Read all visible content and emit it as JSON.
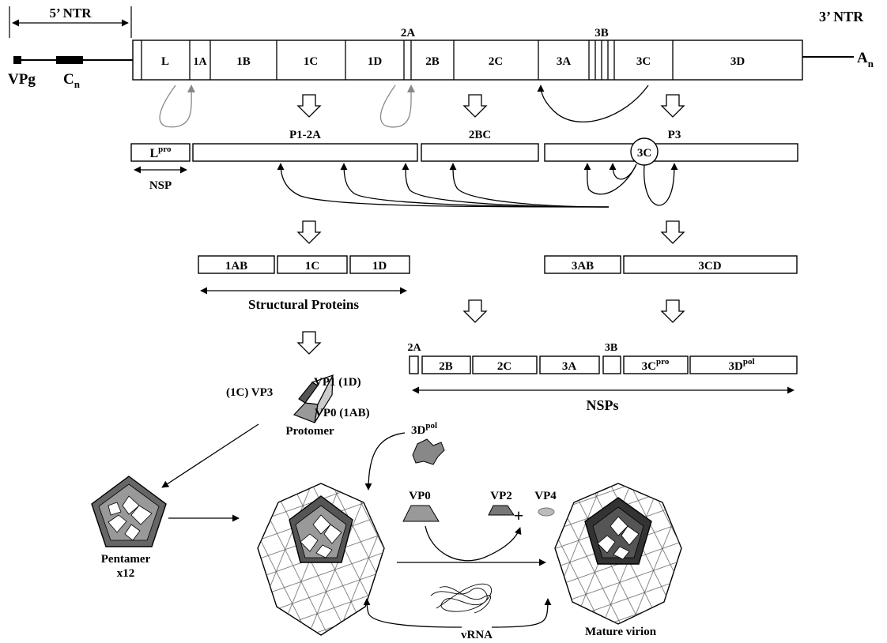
{
  "genome": {
    "ntr5_label": "5’ NTR",
    "ntr3_label": "3’ NTR",
    "vpg_label": "VPg",
    "cn_label": "C",
    "cn_sub": "n",
    "an_label": "A",
    "an_sub": "n",
    "label_2a_above": "2A",
    "label_3b_above": "3B",
    "segments": [
      "L",
      "1A",
      "1B",
      "1C",
      "1D",
      "2B",
      "2C",
      "3A",
      "3C",
      "3D"
    ]
  },
  "precursors": {
    "lpro": "L",
    "lpro_sup": "pro",
    "nsp_label": "NSP",
    "p1_2a": "P1-2A",
    "p2bc": "2BC",
    "p3": "P3",
    "p3_circle": "3C"
  },
  "structural": {
    "boxes": [
      "1AB",
      "1C",
      "1D"
    ],
    "caption": "Structural Proteins"
  },
  "p3_products": {
    "boxes": [
      "3AB",
      "3CD"
    ]
  },
  "nsps": {
    "label_2a": "2A",
    "label_3b": "3B",
    "boxes": [
      "2B",
      "2C",
      "3A"
    ],
    "cpro": "3C",
    "cpro_sup": "pro",
    "dpol": "3D",
    "dpol_sup": "pol",
    "caption": "NSPs"
  },
  "protomer": {
    "vp3": "(1C) VP3",
    "vp1": "VP1 (1D)",
    "vp0": "VP0 (1AB)",
    "caption": "Protomer"
  },
  "polymerase": {
    "label": "3D",
    "sup": "pol"
  },
  "pentamer": {
    "line1": "Pentamer",
    "line2": "x12"
  },
  "maturation": {
    "vp0": "VP0",
    "vp2": "VP2",
    "plus": "+",
    "vp4": "VP4"
  },
  "vrna_label": "vRNA",
  "mature_label": "Mature virion"
}
